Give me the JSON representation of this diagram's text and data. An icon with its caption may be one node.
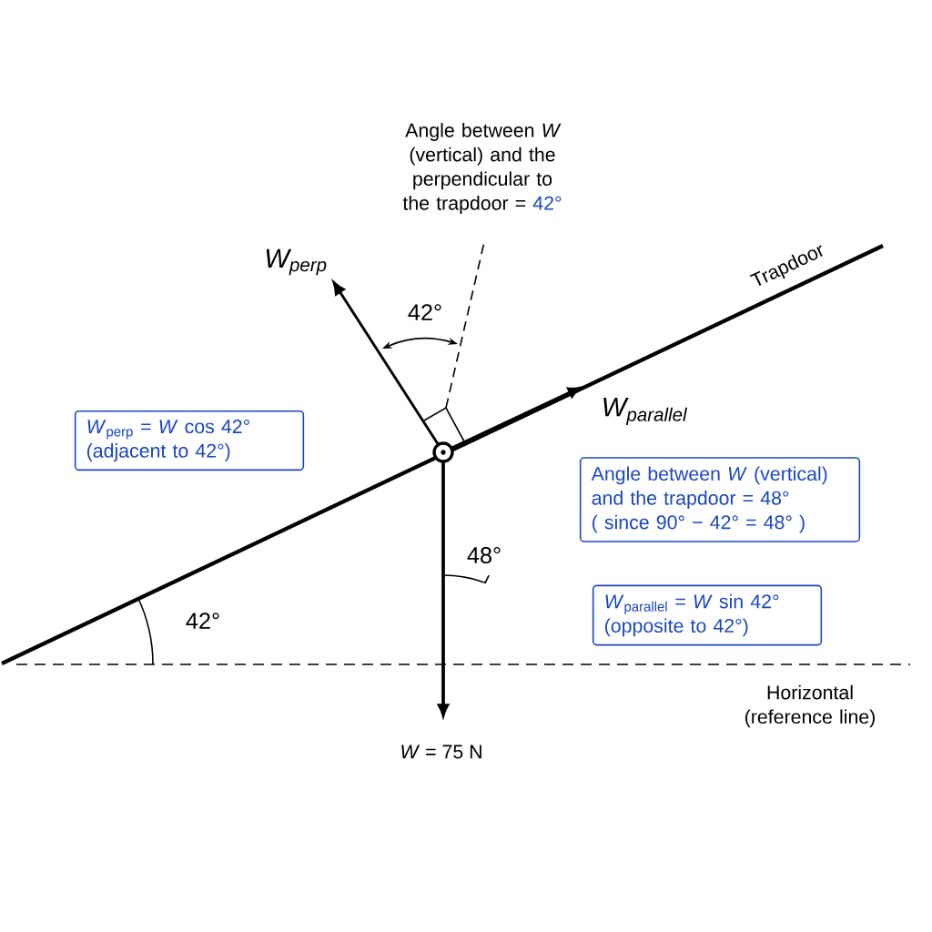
{
  "diagram": {
    "nodes": [
      {
        "text": [
          "*W*$_{perp}$ = *W* cos 42°",
          "(adjacent to 42°)"
        ]
      },
      {
        "text": [
          "Angle between *W* (vertical) and the trapdoor = 48°",
          "( since 90° − 42° = 48° )"
        ]
      },
      {
        "text": [
          "*W*$_{parallel}$ = *W* sin 42°",
          "(opposite to 42°)"
        ]
      }
    ],
    "labels": [
      "Angle between *W* (vertical) and the perpendicular to the trapdoor =",
      "42°",
      "W$_{perp}$",
      "42°",
      "Trapdoor",
      "W$_{parallel}$",
      "48°",
      "42°",
      "*W* = 75 N",
      "Horizontal (reference line)"
    ]
  }
}
